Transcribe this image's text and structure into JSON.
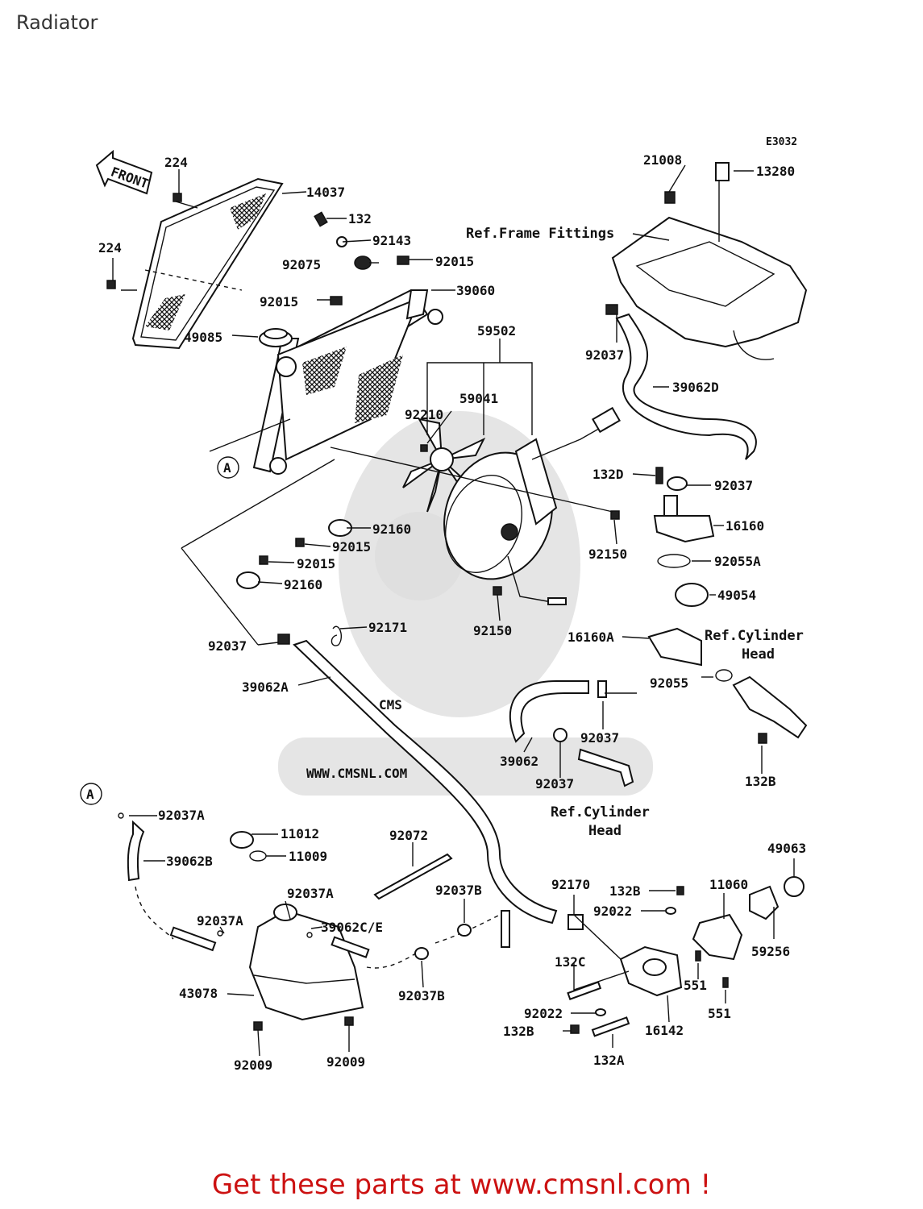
{
  "page": {
    "title": "Radiator",
    "diagram_code": "E3032",
    "footer": "Get these parts at www.cmsnl.com !"
  },
  "watermark": {
    "logo": "CMS",
    "url": "WWW.CMSNL.COM"
  },
  "direction_label": "FRONT",
  "callout_a": "A",
  "references": {
    "frame_fittings": "Ref.Frame Fittings",
    "cylinder_head_1": "Ref.Cylinder",
    "cylinder_head_1b": "Head",
    "cylinder_head_2": "Ref.Cylinder",
    "cylinder_head_2b": "Head"
  },
  "parts": [
    "224",
    "224",
    "14037",
    "132",
    "92143",
    "92075",
    "92015",
    "92015",
    "39060",
    "49085",
    "59502",
    "92210",
    "59041",
    "92160",
    "92015",
    "92015",
    "92160",
    "92171",
    "92037",
    "39062A",
    "92150",
    "92150",
    "132D",
    "92037",
    "16160",
    "92055A",
    "49054",
    "16160A",
    "92055",
    "92037",
    "39062",
    "92037",
    "132B",
    "21008",
    "13280",
    "92037",
    "39062D",
    "92037A",
    "39062B",
    "11012",
    "11009",
    "92037A",
    "92037A",
    "39062C/E",
    "43078",
    "92009",
    "92009",
    "92072",
    "92037B",
    "92037B",
    "92170",
    "132B",
    "92022",
    "11060",
    "49063",
    "59256",
    "132C",
    "551",
    "551",
    "92022",
    "16142",
    "132B",
    "132A"
  ]
}
